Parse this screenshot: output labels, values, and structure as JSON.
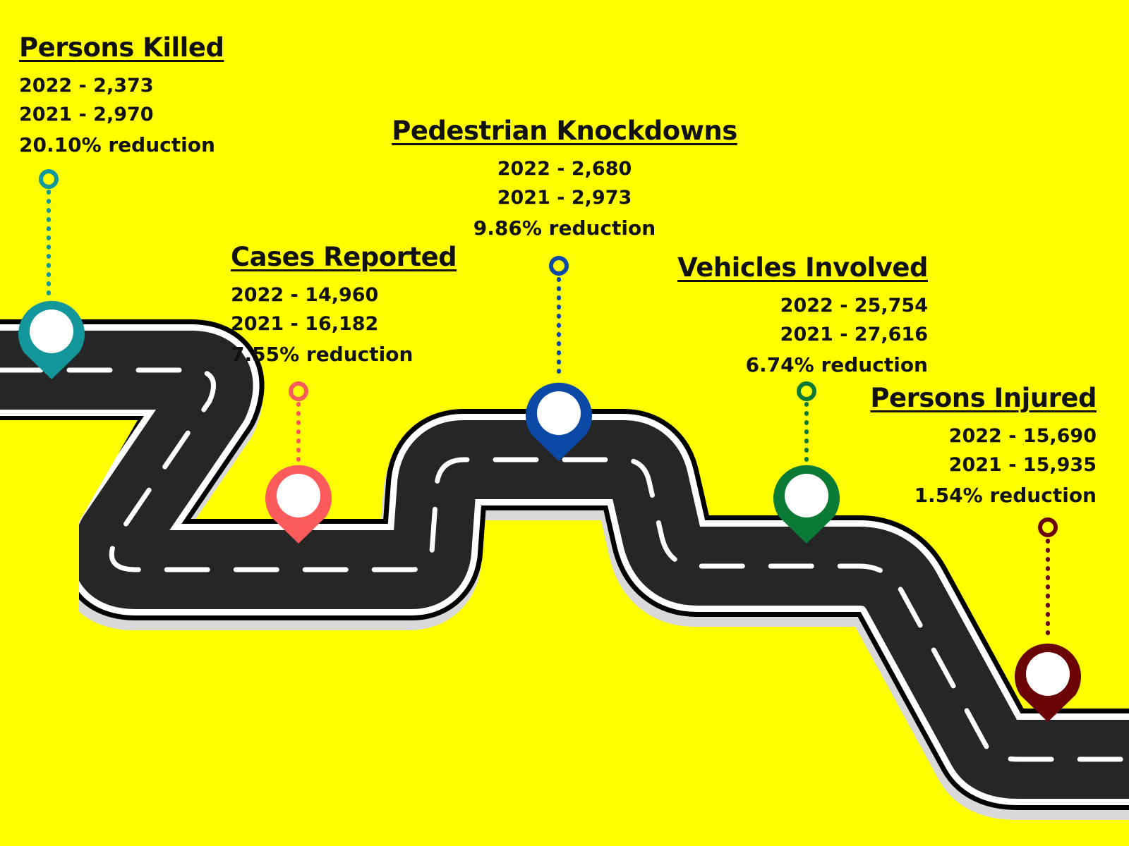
{
  "stats": {
    "persons_killed": {
      "title": "Persons Killed",
      "line_2022": "2022 - 2,373",
      "line_2021": "2021 - 2,970",
      "reduction": "20.10% reduction",
      "color": "#13979b"
    },
    "cases_reported": {
      "title": "Cases Reported",
      "line_2022": "2022 - 14,960",
      "line_2021": "2021 - 16,182",
      "reduction": "7.55% reduction",
      "color": "#fb5b5b"
    },
    "pedestrian_knockdowns": {
      "title": "Pedestrian Knockdowns",
      "line_2022": "2022 - 2,680",
      "line_2021": "2021 - 2,973",
      "reduction": "9.86% reduction",
      "color": "#0b49a6"
    },
    "vehicles_involved": {
      "title": "Vehicles Involved",
      "line_2022": "2022 - 25,754",
      "line_2021": "2021 - 27,616",
      "reduction": "6.74% reduction",
      "color": "#0b7a34"
    },
    "persons_injured": {
      "title": "Persons Injured",
      "line_2022": "2022 - 15,690",
      "line_2021": "2021 - 15,935",
      "reduction": "1.54% reduction",
      "color": "#6b0505"
    }
  },
  "road": {
    "asphalt_color": "#262626",
    "edge_color": "#ffffff",
    "shadow_color": "#d9d9d9",
    "background_color": "#ffff00"
  }
}
